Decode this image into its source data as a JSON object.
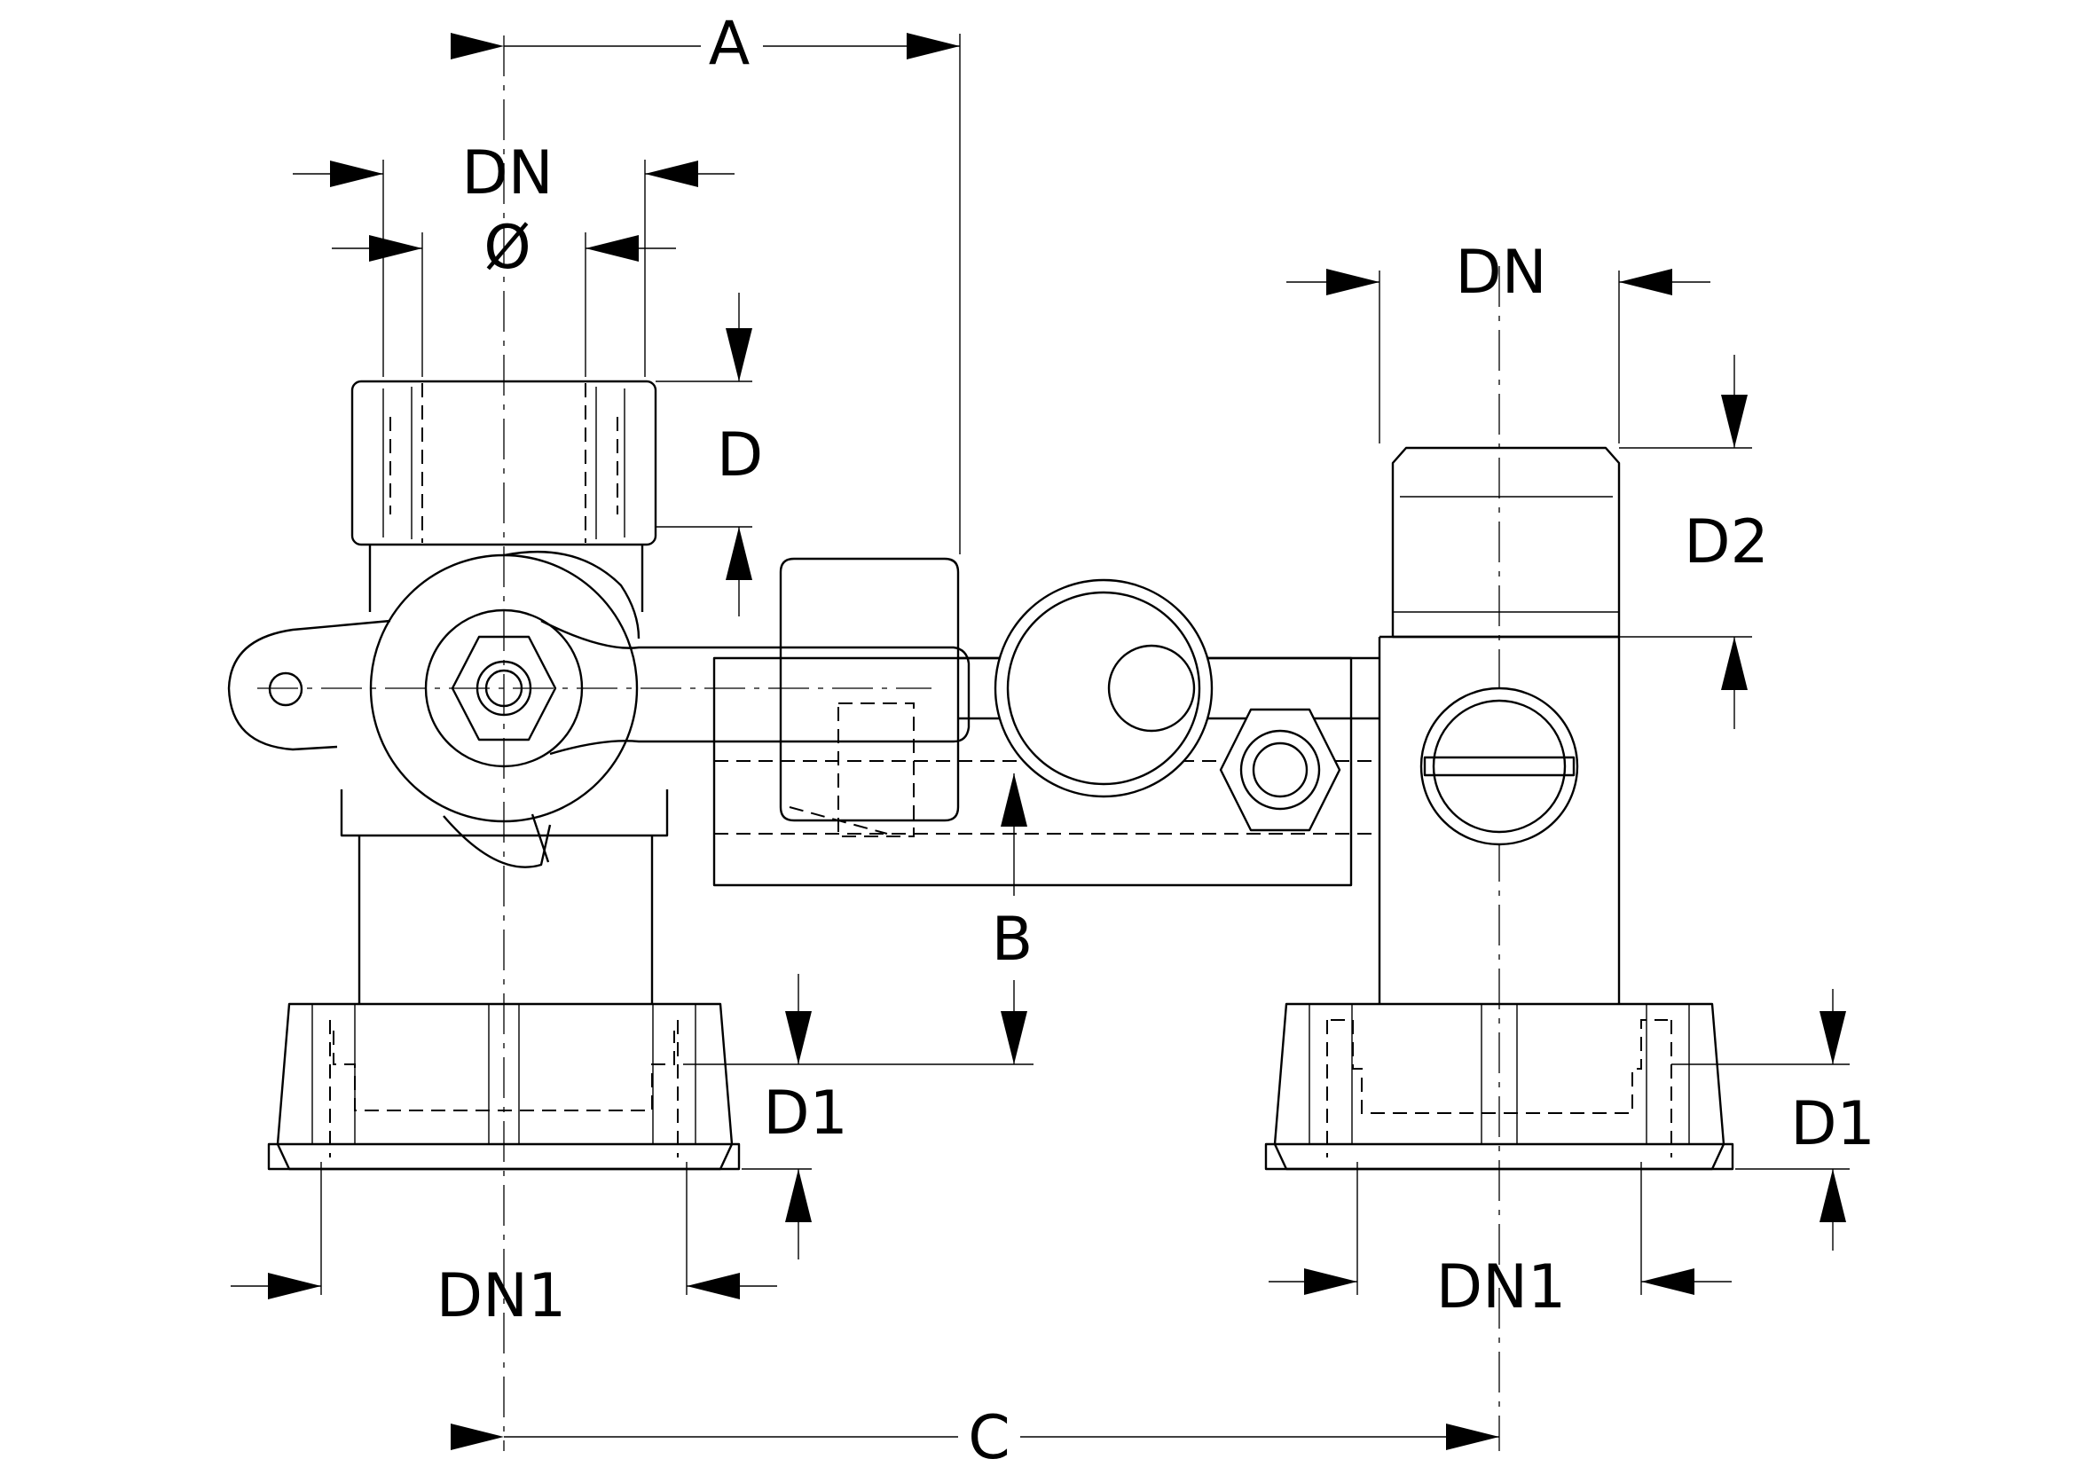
{
  "labels": {
    "a": "A",
    "b": "B",
    "c": "C",
    "dn_top_left": "DN",
    "diameter": "Ø",
    "d": "D",
    "dn_top_right": "DN",
    "d2": "D2",
    "d1_left": "D1",
    "d1_right": "D1",
    "dn1_left": "DN1",
    "dn1_right": "DN1"
  },
  "colors": {
    "line": "#000000",
    "background": "#ffffff"
  }
}
